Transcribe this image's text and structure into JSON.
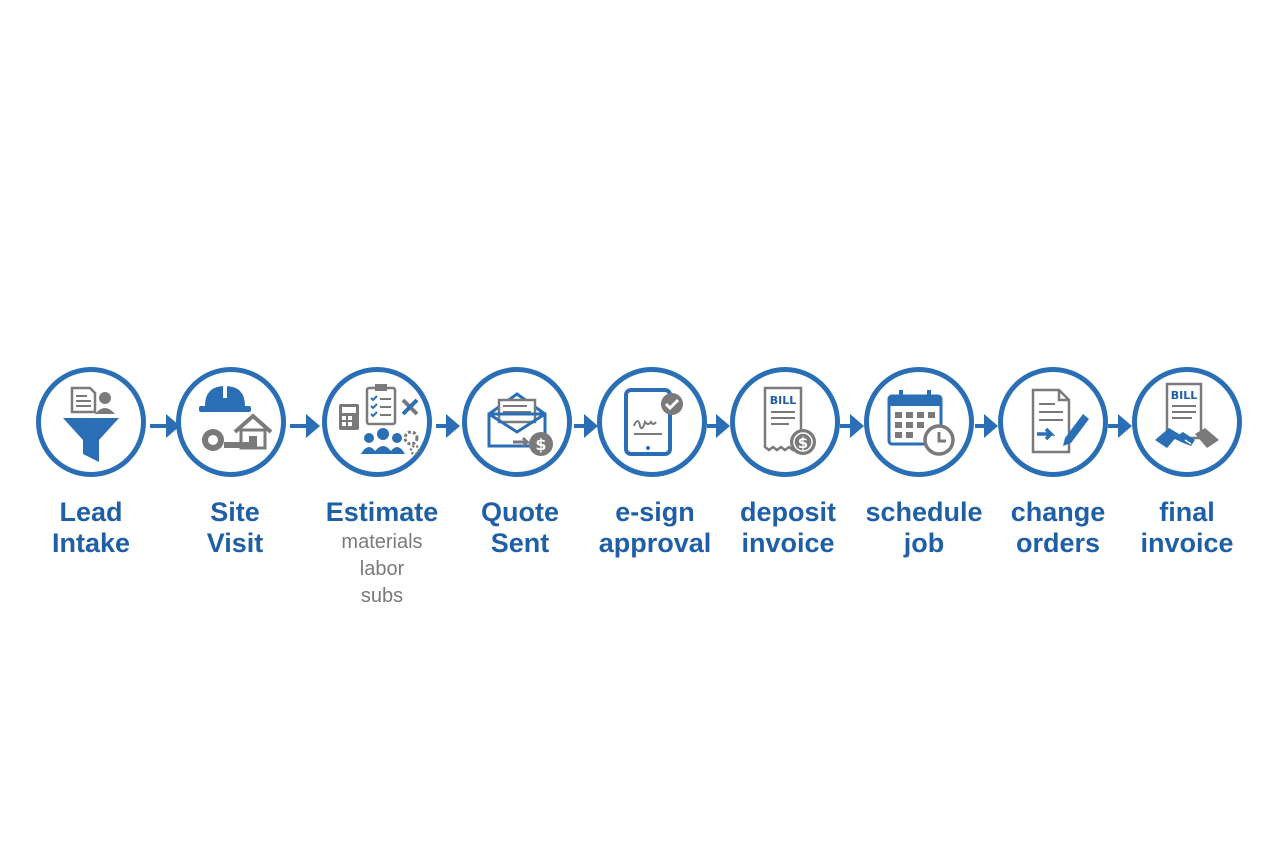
{
  "colors": {
    "accent": "#2a6fb5",
    "label": "#1f5fa6",
    "icon_gray": "#7a7a7a",
    "background": "#ffffff"
  },
  "steps": [
    {
      "title_lines": [
        "Lead",
        "Intake"
      ],
      "icon": "funnel-lead-icon"
    },
    {
      "title_lines": [
        "Site",
        "Visit"
      ],
      "icon": "hardhat-house-icon"
    },
    {
      "title_lines": [
        "Estimate"
      ],
      "sub_lines": [
        "materials",
        "labor",
        "subs"
      ],
      "icon": "estimate-tools-icon"
    },
    {
      "title_lines": [
        "Quote",
        "Sent"
      ],
      "icon": "envelope-dollar-icon"
    },
    {
      "title_lines": [
        "e-sign",
        "approval"
      ],
      "icon": "tablet-signature-icon"
    },
    {
      "title_lines": [
        "deposit",
        "invoice"
      ],
      "icon": "bill-coin-icon"
    },
    {
      "title_lines": [
        "schedule",
        "job"
      ],
      "icon": "calendar-clock-icon"
    },
    {
      "title_lines": [
        "change",
        "orders"
      ],
      "icon": "document-edit-icon"
    },
    {
      "title_lines": [
        "final",
        "invoice"
      ],
      "icon": "bill-handshake-icon"
    }
  ],
  "bill_text": "BILL"
}
